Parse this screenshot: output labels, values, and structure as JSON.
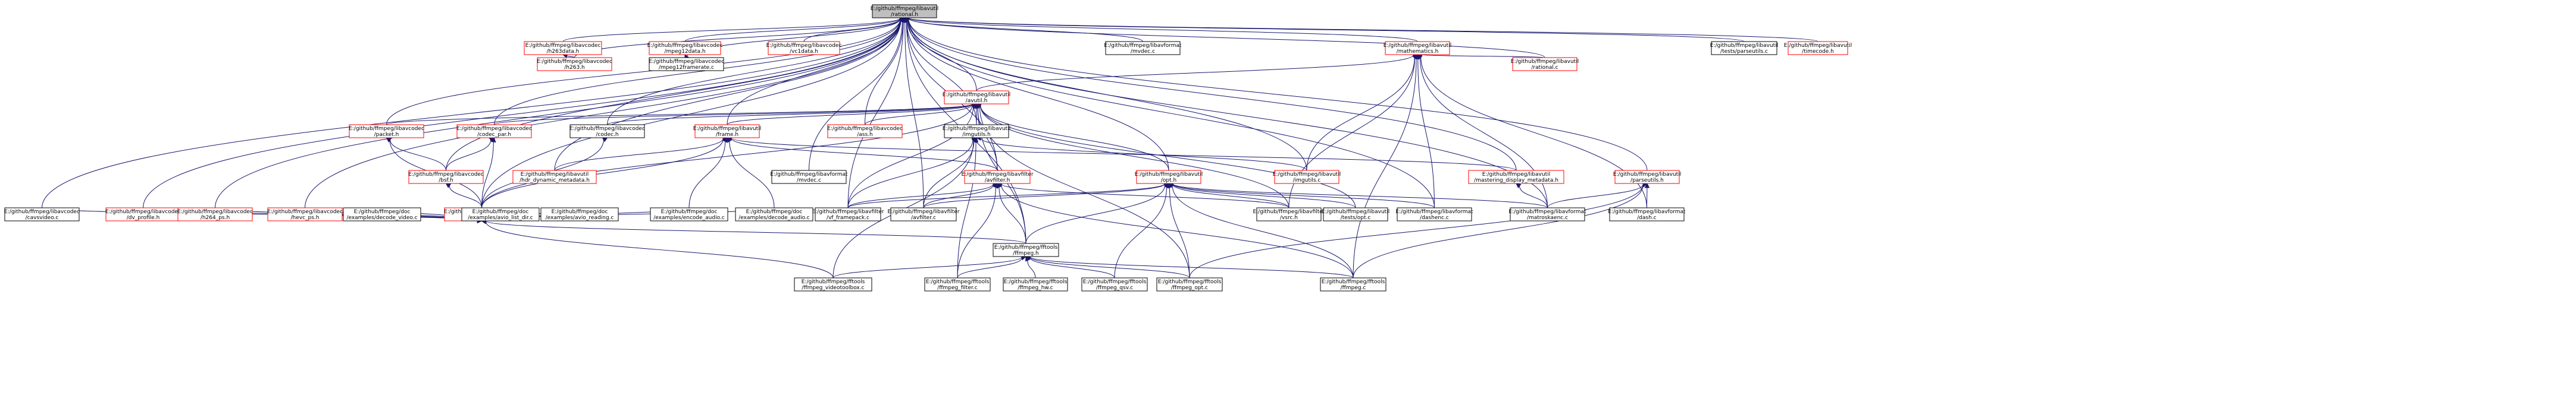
{
  "colors": {
    "root_fill": "#bfbfbf",
    "plain_border": "#000000",
    "red_border": "#ff0000",
    "edge": "#191970",
    "text": "#000000"
  },
  "nodes": [
    {
      "id": "rational_h",
      "lines": [
        "E:/github/ffmpeg/libavutil",
        "/rational.h"
      ],
      "style": "root"
    },
    {
      "id": "avcodec_h263data_h",
      "lines": [
        "E:/github/ffmpeg/libavcodec",
        "/h263data.h"
      ],
      "style": "red"
    },
    {
      "id": "avcodec_mpeg12data_h",
      "lines": [
        "E:/github/ffmpeg/libavcodec",
        "/mpeg12data.h"
      ],
      "style": "red"
    },
    {
      "id": "avcodec_vc1data_h",
      "lines": [
        "E:/github/ffmpeg/libavcodec",
        "/vc1data.h"
      ],
      "style": "red"
    },
    {
      "id": "avformat_mvdec_c_top",
      "lines": [
        "E:/github/ffmpeg/libavformat",
        "/mvdec.c"
      ],
      "style": "plain"
    },
    {
      "id": "avutil_mathematics_h",
      "lines": [
        "E:/github/ffmpeg/libavutil",
        "/mathematics.h"
      ],
      "style": "red"
    },
    {
      "id": "avutil_tests_parseutils_c",
      "lines": [
        "E:/github/ffmpeg/libavutil",
        "/tests/parseutils.c"
      ],
      "style": "plain"
    },
    {
      "id": "avutil_timecode_h",
      "lines": [
        "E:/github/ffmpeg/libavutil",
        "/timecode.h"
      ],
      "style": "red"
    },
    {
      "id": "avcodec_h263_h",
      "lines": [
        "E:/github/ffmpeg/libavcodec",
        "/h263.h"
      ],
      "style": "red"
    },
    {
      "id": "avcodec_mpeg12framerate_c",
      "lines": [
        "E:/github/ffmpeg/libavcodec",
        "/mpeg12framerate.c"
      ],
      "style": "plain"
    },
    {
      "id": "avutil_avutil_h",
      "lines": [
        "E:/github/ffmpeg/libavutil",
        "/avutil.h"
      ],
      "style": "red"
    },
    {
      "id": "avutil_rational_c",
      "lines": [
        "E:/github/ffmpeg/libavutil",
        "/rational.c"
      ],
      "style": "red"
    },
    {
      "id": "avcodec_packet_h",
      "lines": [
        "E:/github/ffmpeg/libavcodec",
        "/packet.h"
      ],
      "style": "red"
    },
    {
      "id": "avcodec_codec_par_h",
      "lines": [
        "E:/github/ffmpeg/libavcodec",
        "/codec_par.h"
      ],
      "style": "red"
    },
    {
      "id": "avcodec_codec_h",
      "lines": [
        "E:/github/ffmpeg/libavcodec",
        "/codec.h"
      ],
      "style": "plain"
    },
    {
      "id": "avutil_frame_h",
      "lines": [
        "E:/github/ffmpeg/libavutil",
        "/frame.h"
      ],
      "style": "red"
    },
    {
      "id": "avcodec_ass_h",
      "lines": [
        "E:/github/ffmpeg/libavcodec",
        "/ass.h"
      ],
      "style": "red"
    },
    {
      "id": "avutil_imgutils_h",
      "lines": [
        "E:/github/ffmpeg/libavutil",
        "/imgutils.h"
      ],
      "style": "plain"
    },
    {
      "id": "avcodec_bsf_h",
      "lines": [
        "E:/github/ffmpeg/libavcodec",
        "/bsf.h"
      ],
      "style": "red"
    },
    {
      "id": "avutil_hdr_dynamic_metadata_h",
      "lines": [
        "E:/github/ffmpeg/libavutil",
        "/hdr_dynamic_metadata.h"
      ],
      "style": "red"
    },
    {
      "id": "avformat_mvdec_c",
      "lines": [
        "E:/github/ffmpeg/libavformat",
        "/mvdec.c"
      ],
      "style": "plain"
    },
    {
      "id": "avfilter_avfilter_h",
      "lines": [
        "E:/github/ffmpeg/libavfilter",
        "/avfilter.h"
      ],
      "style": "red"
    },
    {
      "id": "avutil_opt_h",
      "lines": [
        "E:/github/ffmpeg/libavutil",
        "/opt.h"
      ],
      "style": "red"
    },
    {
      "id": "avutil_imgutils_c",
      "lines": [
        "E:/github/ffmpeg/libavutil",
        "/imgutils.c"
      ],
      "style": "red"
    },
    {
      "id": "avutil_mastering_display_metadata_h",
      "lines": [
        "E:/github/ffmpeg/libavutil",
        "/mastering_display_metadata.h"
      ],
      "style": "red"
    },
    {
      "id": "avutil_parseutils_h",
      "lines": [
        "E:/github/ffmpeg/libavutil",
        "/parseutils.h"
      ],
      "style": "red"
    },
    {
      "id": "avcodec_avcodec_h",
      "lines": [
        "E:/github/ffmpeg/libavcodec",
        "/avcodec.h"
      ],
      "style": "red"
    },
    {
      "id": "avfilter_vf_framepack_c",
      "lines": [
        "E:/github/ffmpeg/libavfilter",
        "/vf_framepack.c"
      ],
      "style": "plain"
    },
    {
      "id": "avfilter_avfilter_c",
      "lines": [
        "E:/github/ffmpeg/libavfilter",
        "/avfilter.c"
      ],
      "style": "plain"
    },
    {
      "id": "avfilter_vsrc_h",
      "lines": [
        "E:/github/ffmpeg/libavfilter",
        "/vsrc.h"
      ],
      "style": "plain"
    },
    {
      "id": "avutil_tests_opt_c",
      "lines": [
        "E:/github/ffmpeg/libavutil",
        "/tests/opt.c"
      ],
      "style": "plain"
    },
    {
      "id": "avformat_dashenc_c",
      "lines": [
        "E:/github/ffmpeg/libavformat",
        "/dashenc.c"
      ],
      "style": "plain"
    },
    {
      "id": "avformat_matroskaenc_c",
      "lines": [
        "E:/github/ffmpeg/libavformat",
        "/matroskaenc.c"
      ],
      "style": "plain"
    },
    {
      "id": "avformat_dash_c",
      "lines": [
        "E:/github/ffmpeg/libavformat",
        "/dash.c"
      ],
      "style": "plain"
    },
    {
      "id": "avcodec_cavsvideo_c",
      "lines": [
        "E:/github/ffmpeg/libavcodec",
        "/cavsvideo.c"
      ],
      "style": "plain"
    },
    {
      "id": "avcodec_dv_profile_h",
      "lines": [
        "E:/github/ffmpeg/libavcodec",
        "/dv_profile.h"
      ],
      "style": "red"
    },
    {
      "id": "avcodec_h264_ps_h",
      "lines": [
        "E:/github/ffmpeg/libavcodec",
        "/h264_ps.h"
      ],
      "style": "red"
    },
    {
      "id": "avcodec_hevc_ps_h",
      "lines": [
        "E:/github/ffmpeg/libavcodec",
        "/hevc_ps.h"
      ],
      "style": "red"
    },
    {
      "id": "doc_decode_video_c",
      "lines": [
        "E:/github/ffmpeg/doc",
        "/examples/decode_video.c"
      ],
      "style": "plain"
    },
    {
      "id": "doc_avio_list_dir_c",
      "lines": [
        "E:/github/ffmpeg/doc",
        "/examples/avio_list_dir.c"
      ],
      "style": "plain"
    },
    {
      "id": "doc_avio_reading_c",
      "lines": [
        "E:/github/ffmpeg/doc",
        "/examples/avio_reading.c"
      ],
      "style": "plain"
    },
    {
      "id": "doc_encode_audio_c",
      "lines": [
        "E:/github/ffmpeg/doc",
        "/examples/encode_audio.c"
      ],
      "style": "plain"
    },
    {
      "id": "doc_decode_audio_c",
      "lines": [
        "E:/github/ffmpeg/doc",
        "/examples/decode_audio.c"
      ],
      "style": "plain"
    },
    {
      "id": "fftools_ffmpeg_h",
      "lines": [
        "E:/github/ffmpeg/fftools",
        "/ffmpeg.h"
      ],
      "style": "plain"
    },
    {
      "id": "fftools_ffmpeg_videotoolbox_c",
      "lines": [
        "E:/github/ffmpeg/fftools",
        "/ffmpeg_videotoolbox.c"
      ],
      "style": "plain"
    },
    {
      "id": "fftools_ffmpeg_filter_c",
      "lines": [
        "E:/github/ffmpeg/fftools",
        "/ffmpeg_filter.c"
      ],
      "style": "plain"
    },
    {
      "id": "fftools_ffmpeg_hw_c",
      "lines": [
        "E:/github/ffmpeg/fftools",
        "/ffmpeg_hw.c"
      ],
      "style": "plain"
    },
    {
      "id": "fftools_ffmpeg_qsv_c",
      "lines": [
        "E:/github/ffmpeg/fftools",
        "/ffmpeg_qsv.c"
      ],
      "style": "plain"
    },
    {
      "id": "fftools_ffmpeg_opt_c",
      "lines": [
        "E:/github/ffmpeg/fftools",
        "/ffmpeg_opt.c"
      ],
      "style": "plain"
    },
    {
      "id": "fftools_ffmpeg_c",
      "lines": [
        "E:/github/ffmpeg/fftools",
        "/ffmpeg.c"
      ],
      "style": "plain"
    }
  ],
  "edges": [
    [
      "avcodec_h263data_h",
      "rational_h"
    ],
    [
      "avcodec_mpeg12data_h",
      "rational_h"
    ],
    [
      "avcodec_vc1data_h",
      "rational_h"
    ],
    [
      "avformat_mvdec_c_top",
      "rational_h"
    ],
    [
      "avutil_mathematics_h",
      "rational_h"
    ],
    [
      "avutil_tests_parseutils_c",
      "rational_h"
    ],
    [
      "avutil_timecode_h",
      "rational_h"
    ],
    [
      "avcodec_h263_h",
      "rational_h"
    ],
    [
      "avcodec_mpeg12framerate_c",
      "rational_h"
    ],
    [
      "avutil_avutil_h",
      "rational_h"
    ],
    [
      "avutil_rational_c",
      "rational_h"
    ],
    [
      "avcodec_packet_h",
      "rational_h"
    ],
    [
      "avcodec_codec_par_h",
      "rational_h"
    ],
    [
      "avcodec_codec_h",
      "rational_h"
    ],
    [
      "avutil_frame_h",
      "rational_h"
    ],
    [
      "avcodec_ass_h",
      "rational_h"
    ],
    [
      "avutil_imgutils_h",
      "rational_h"
    ],
    [
      "avcodec_bsf_h",
      "rational_h"
    ],
    [
      "avutil_hdr_dynamic_metadata_h",
      "rational_h"
    ],
    [
      "avformat_mvdec_c",
      "rational_h"
    ],
    [
      "avfilter_avfilter_h",
      "rational_h"
    ],
    [
      "avutil_opt_h",
      "rational_h"
    ],
    [
      "avutil_imgutils_c",
      "rational_h"
    ],
    [
      "avutil_mastering_display_metadata_h",
      "rational_h"
    ],
    [
      "avutil_parseutils_h",
      "rational_h"
    ],
    [
      "avcodec_avcodec_h",
      "rational_h"
    ],
    [
      "avfilter_vf_framepack_c",
      "rational_h"
    ],
    [
      "avfilter_avfilter_c",
      "rational_h"
    ],
    [
      "avformat_dashenc_c",
      "rational_h"
    ],
    [
      "avformat_matroskaenc_c",
      "rational_h"
    ],
    [
      "avcodec_cavsvideo_c",
      "rational_h"
    ],
    [
      "avcodec_dv_profile_h",
      "rational_h"
    ],
    [
      "avcodec_h264_ps_h",
      "rational_h"
    ],
    [
      "avcodec_hevc_ps_h",
      "rational_h"
    ],
    [
      "fftools_ffmpeg_h",
      "rational_h"
    ],
    [
      "avcodec_h263_h",
      "avcodec_h263data_h"
    ],
    [
      "avcodec_mpeg12framerate_c",
      "avcodec_mpeg12data_h"
    ],
    [
      "avutil_avutil_h",
      "avutil_mathematics_h"
    ],
    [
      "avutil_rational_c",
      "avutil_mathematics_h"
    ],
    [
      "avutil_imgutils_c",
      "avutil_mathematics_h"
    ],
    [
      "avfilter_vsrc_h",
      "avutil_mathematics_h"
    ],
    [
      "avformat_dashenc_c",
      "avutil_mathematics_h"
    ],
    [
      "avformat_matroskaenc_c",
      "avutil_mathematics_h"
    ],
    [
      "avformat_dash_c",
      "avutil_mathematics_h"
    ],
    [
      "fftools_ffmpeg_c",
      "avutil_mathematics_h"
    ],
    [
      "avcodec_packet_h",
      "avutil_avutil_h"
    ],
    [
      "avcodec_codec_par_h",
      "avutil_avutil_h"
    ],
    [
      "avcodec_codec_h",
      "avutil_avutil_h"
    ],
    [
      "avutil_frame_h",
      "avutil_avutil_h"
    ],
    [
      "avcodec_ass_h",
      "avutil_avutil_h"
    ],
    [
      "avutil_imgutils_h",
      "avutil_avutil_h"
    ],
    [
      "avfilter_avfilter_h",
      "avutil_avutil_h"
    ],
    [
      "avutil_opt_h",
      "avutil_avutil_h"
    ],
    [
      "avcodec_avcodec_h",
      "avutil_avutil_h"
    ],
    [
      "avfilter_vf_framepack_c",
      "avutil_avutil_h"
    ],
    [
      "avfilter_vsrc_h",
      "avutil_avutil_h"
    ],
    [
      "avutil_tests_opt_c",
      "avutil_avutil_h"
    ],
    [
      "fftools_ffmpeg_h",
      "avutil_avutil_h"
    ],
    [
      "fftools_ffmpeg_opt_c",
      "avutil_avutil_h"
    ],
    [
      "avcodec_bsf_h",
      "avcodec_packet_h"
    ],
    [
      "avcodec_avcodec_h",
      "avcodec_packet_h"
    ],
    [
      "avcodec_bsf_h",
      "avcodec_codec_par_h"
    ],
    [
      "avcodec_avcodec_h",
      "avcodec_codec_par_h"
    ],
    [
      "avcodec_avcodec_h",
      "avcodec_codec_h"
    ],
    [
      "avutil_hdr_dynamic_metadata_h",
      "avutil_frame_h"
    ],
    [
      "avcodec_avcodec_h",
      "avutil_frame_h"
    ],
    [
      "avfilter_avfilter_h",
      "avutil_frame_h"
    ],
    [
      "doc_encode_audio_c",
      "avutil_frame_h"
    ],
    [
      "doc_decode_audio_c",
      "avutil_frame_h"
    ],
    [
      "avutil_mastering_display_metadata_h",
      "avutil_frame_h"
    ],
    [
      "avutil_imgutils_c",
      "avutil_imgutils_h"
    ],
    [
      "avfilter_vf_framepack_c",
      "avutil_imgutils_h"
    ],
    [
      "avfilter_avfilter_c",
      "avutil_imgutils_h"
    ],
    [
      "fftools_ffmpeg_filter_c",
      "avutil_imgutils_h"
    ],
    [
      "fftools_ffmpeg_videotoolbox_c",
      "avutil_imgutils_h"
    ],
    [
      "avcodec_avcodec_h",
      "avcodec_bsf_h"
    ],
    [
      "avfilter_vf_framepack_c",
      "avfilter_avfilter_h"
    ],
    [
      "avfilter_avfilter_c",
      "avfilter_avfilter_h"
    ],
    [
      "avfilter_vsrc_h",
      "avfilter_avfilter_h"
    ],
    [
      "fftools_ffmpeg_h",
      "avfilter_avfilter_h"
    ],
    [
      "fftools_ffmpeg_filter_c",
      "avfilter_avfilter_h"
    ],
    [
      "fftools_ffmpeg_c",
      "avfilter_avfilter_h"
    ],
    [
      "avfilter_vf_framepack_c",
      "avutil_opt_h"
    ],
    [
      "avfilter_avfilter_c",
      "avutil_opt_h"
    ],
    [
      "avfilter_vsrc_h",
      "avutil_opt_h"
    ],
    [
      "avutil_tests_opt_c",
      "avutil_opt_h"
    ],
    [
      "avformat_dashenc_c",
      "avutil_opt_h"
    ],
    [
      "avformat_matroskaenc_c",
      "avutil_opt_h"
    ],
    [
      "fftools_ffmpeg_h",
      "avutil_opt_h"
    ],
    [
      "fftools_ffmpeg_qsv_c",
      "avutil_opt_h"
    ],
    [
      "fftools_ffmpeg_opt_c",
      "avutil_opt_h"
    ],
    [
      "fftools_ffmpeg_c",
      "avutil_opt_h"
    ],
    [
      "avformat_matroskaenc_c",
      "avutil_mastering_display_metadata_h"
    ],
    [
      "avformat_matroskaenc_c",
      "avutil_parseutils_h"
    ],
    [
      "avformat_dash_c",
      "avutil_parseutils_h"
    ],
    [
      "fftools_ffmpeg_opt_c",
      "avutil_parseutils_h"
    ],
    [
      "fftools_ffmpeg_c",
      "avutil_parseutils_h"
    ],
    [
      "avcodec_cavsvideo_c",
      "avcodec_avcodec_h"
    ],
    [
      "avcodec_dv_profile_h",
      "avcodec_avcodec_h"
    ],
    [
      "avcodec_h264_ps_h",
      "avcodec_avcodec_h"
    ],
    [
      "avcodec_hevc_ps_h",
      "avcodec_avcodec_h"
    ],
    [
      "doc_decode_video_c",
      "avcodec_avcodec_h"
    ],
    [
      "doc_avio_list_dir_c",
      "avcodec_avcodec_h"
    ],
    [
      "doc_avio_reading_c",
      "avcodec_avcodec_h"
    ],
    [
      "doc_encode_audio_c",
      "avcodec_avcodec_h"
    ],
    [
      "doc_decode_audio_c",
      "avcodec_avcodec_h"
    ],
    [
      "fftools_ffmpeg_h",
      "avcodec_avcodec_h"
    ],
    [
      "fftools_ffmpeg_videotoolbox_c",
      "avcodec_avcodec_h"
    ],
    [
      "fftools_ffmpeg_videotoolbox_c",
      "fftools_ffmpeg_h"
    ],
    [
      "fftools_ffmpeg_filter_c",
      "fftools_ffmpeg_h"
    ],
    [
      "fftools_ffmpeg_hw_c",
      "fftools_ffmpeg_h"
    ],
    [
      "fftools_ffmpeg_qsv_c",
      "fftools_ffmpeg_h"
    ],
    [
      "fftools_ffmpeg_opt_c",
      "fftools_ffmpeg_h"
    ],
    [
      "fftools_ffmpeg_c",
      "fftools_ffmpeg_h"
    ]
  ]
}
